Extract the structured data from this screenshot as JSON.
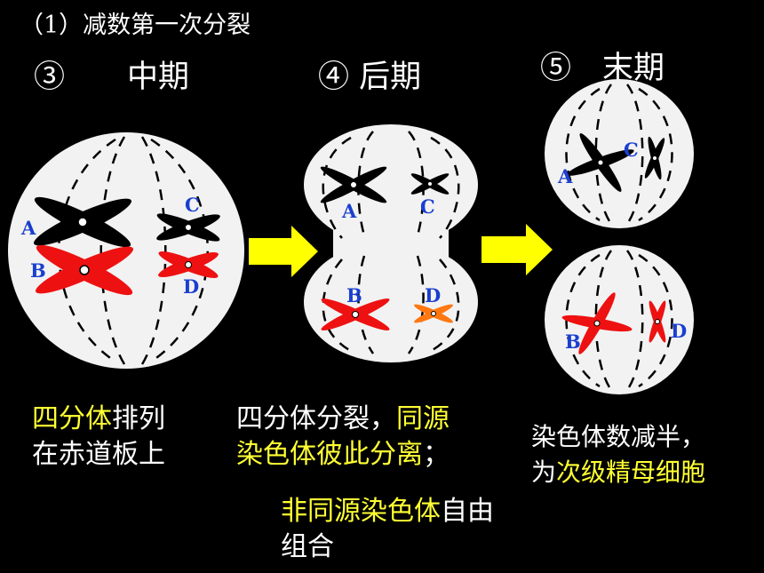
{
  "title": "（1）减数第一次分裂",
  "stages": {
    "metaphase": "③　　中期",
    "anaphase": "④ 后期",
    "telophase": "⑤　末期"
  },
  "labels": {
    "a": "A",
    "b": "B",
    "c": "C",
    "d": "D"
  },
  "captions": {
    "metaphase": {
      "line1_hl": "四分体",
      "line1_rest": "排列",
      "line2": "在赤道板上"
    },
    "anaphase": {
      "line1_plain": "四分体分裂，",
      "line1_hl": "同源",
      "line2_hl": "染色体彼此分离",
      "line2_rest": "；"
    },
    "anaphase_extra": {
      "line1_hl": "非同源染色体",
      "line1_rest": "自由",
      "line2": "组合"
    },
    "telophase": {
      "line1": "染色体数减半，",
      "line2_plain": "为",
      "line2_hl": "次级精母细胞"
    }
  },
  "colors": {
    "highlight": "#ffff33",
    "arrow": "#ffff00",
    "chromatid_black": "#000000",
    "chromatid_red": "#ee1111",
    "chromatid_orange": "#ff7711",
    "label_blue": "#1a3fd0",
    "cell": "#f2f2f2"
  }
}
